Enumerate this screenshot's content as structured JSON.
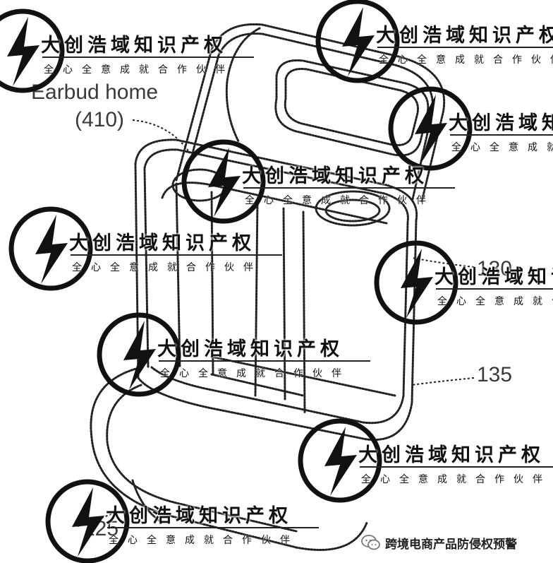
{
  "labels": {
    "earbud_home_name": "Earbud home",
    "earbud_home_ref": "(410)",
    "ref_130": "130",
    "ref_135": "135",
    "ref_125": "125"
  },
  "watermark": {
    "title": "大创浩域知识产权",
    "slogan": "全心全意成就合作伙伴",
    "seal_icon": "lightning-seal-icon"
  },
  "footer": {
    "account_name": "跨境电商产品防侵权预警",
    "icon": "chat-bubbles-icon"
  },
  "colors": {
    "line": "#222222",
    "watermark": "#111111",
    "background": "#ffffff"
  }
}
